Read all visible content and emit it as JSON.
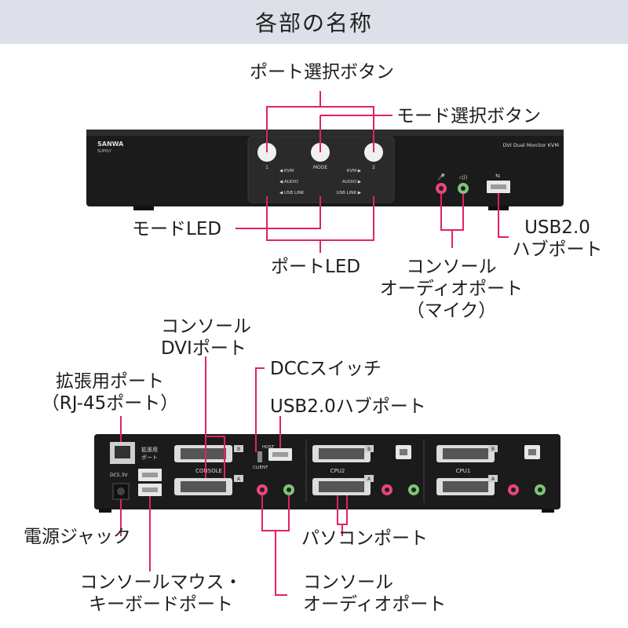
{
  "header": {
    "title": "各部の名称"
  },
  "front": {
    "brand": "SANWA",
    "brand_sub": "SUPPLY",
    "model": "DVI Dual Monitor KVM",
    "btn_1": "1",
    "btn_mode": "MODE",
    "btn_2": "2",
    "led_kvm_l": "◀ KVM",
    "led_audio_l": "◀ AUDIO",
    "led_usb_l": "◀ USB LINK",
    "led_kvm_r": "KVM ▶",
    "led_audio_r": "AUDIO ▶",
    "led_usb_r": "USB LINK ▶",
    "labels": {
      "port_select": "ポート選択ボタン",
      "mode_select": "モード選択ボタン",
      "mode_led": "モードLED",
      "port_led": "ポートLED",
      "usb_hub": [
        "USB2.0",
        "ハブポート"
      ],
      "console_audio": [
        "コンソール",
        "オーディオポート",
        "（マイク）"
      ]
    }
  },
  "back": {
    "port_ext_text": [
      "拡張用",
      "ポート"
    ],
    "dc_text": "DC5.3V",
    "host": "HOST",
    "client": "CLIENT",
    "console": "CONSOLE",
    "cpu2": "CPU2",
    "cpu1": "CPU1",
    "tag_a": "A",
    "tag_b": "B",
    "labels": {
      "console_dvi": [
        "コンソール",
        "DVIポート"
      ],
      "dcc_switch": "DCCスイッチ",
      "expansion": [
        "拡張用ポート",
        "（RJ-45ポート）"
      ],
      "usb_hub": "USB2.0ハブポート",
      "power_jack": "電源ジャック",
      "pc_port": "パソコンポート",
      "mouse_kb": [
        "コンソールマウス・",
        "キーボードポート"
      ],
      "console_audio": [
        "コンソール",
        "オーディオポート"
      ]
    }
  },
  "colors": {
    "accent": "#e0245e",
    "mic": "#e8467c",
    "speaker": "#7cc576",
    "device": "#1a1a1a",
    "header_bg": "#dde0e8"
  }
}
